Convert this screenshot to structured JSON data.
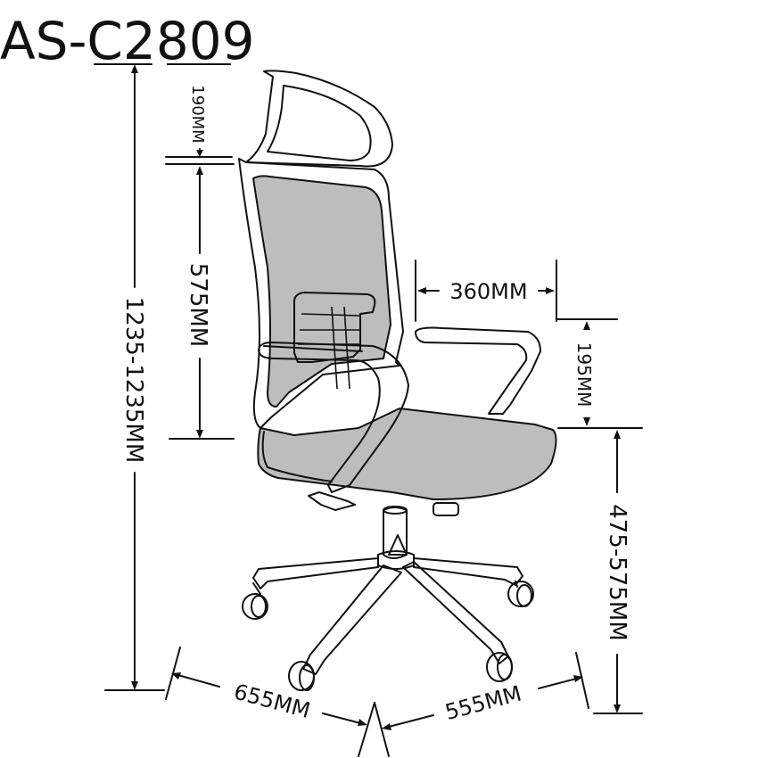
{
  "model": "AS-C2809",
  "dimensions": {
    "headrest": "190MM",
    "backrest": "575MM",
    "total_height": "1235-1235MM",
    "seat_width": "360MM",
    "armrest": "195MM",
    "seat_height": "475-575MM",
    "base_depth": "655MM",
    "base_width": "555MM"
  }
}
